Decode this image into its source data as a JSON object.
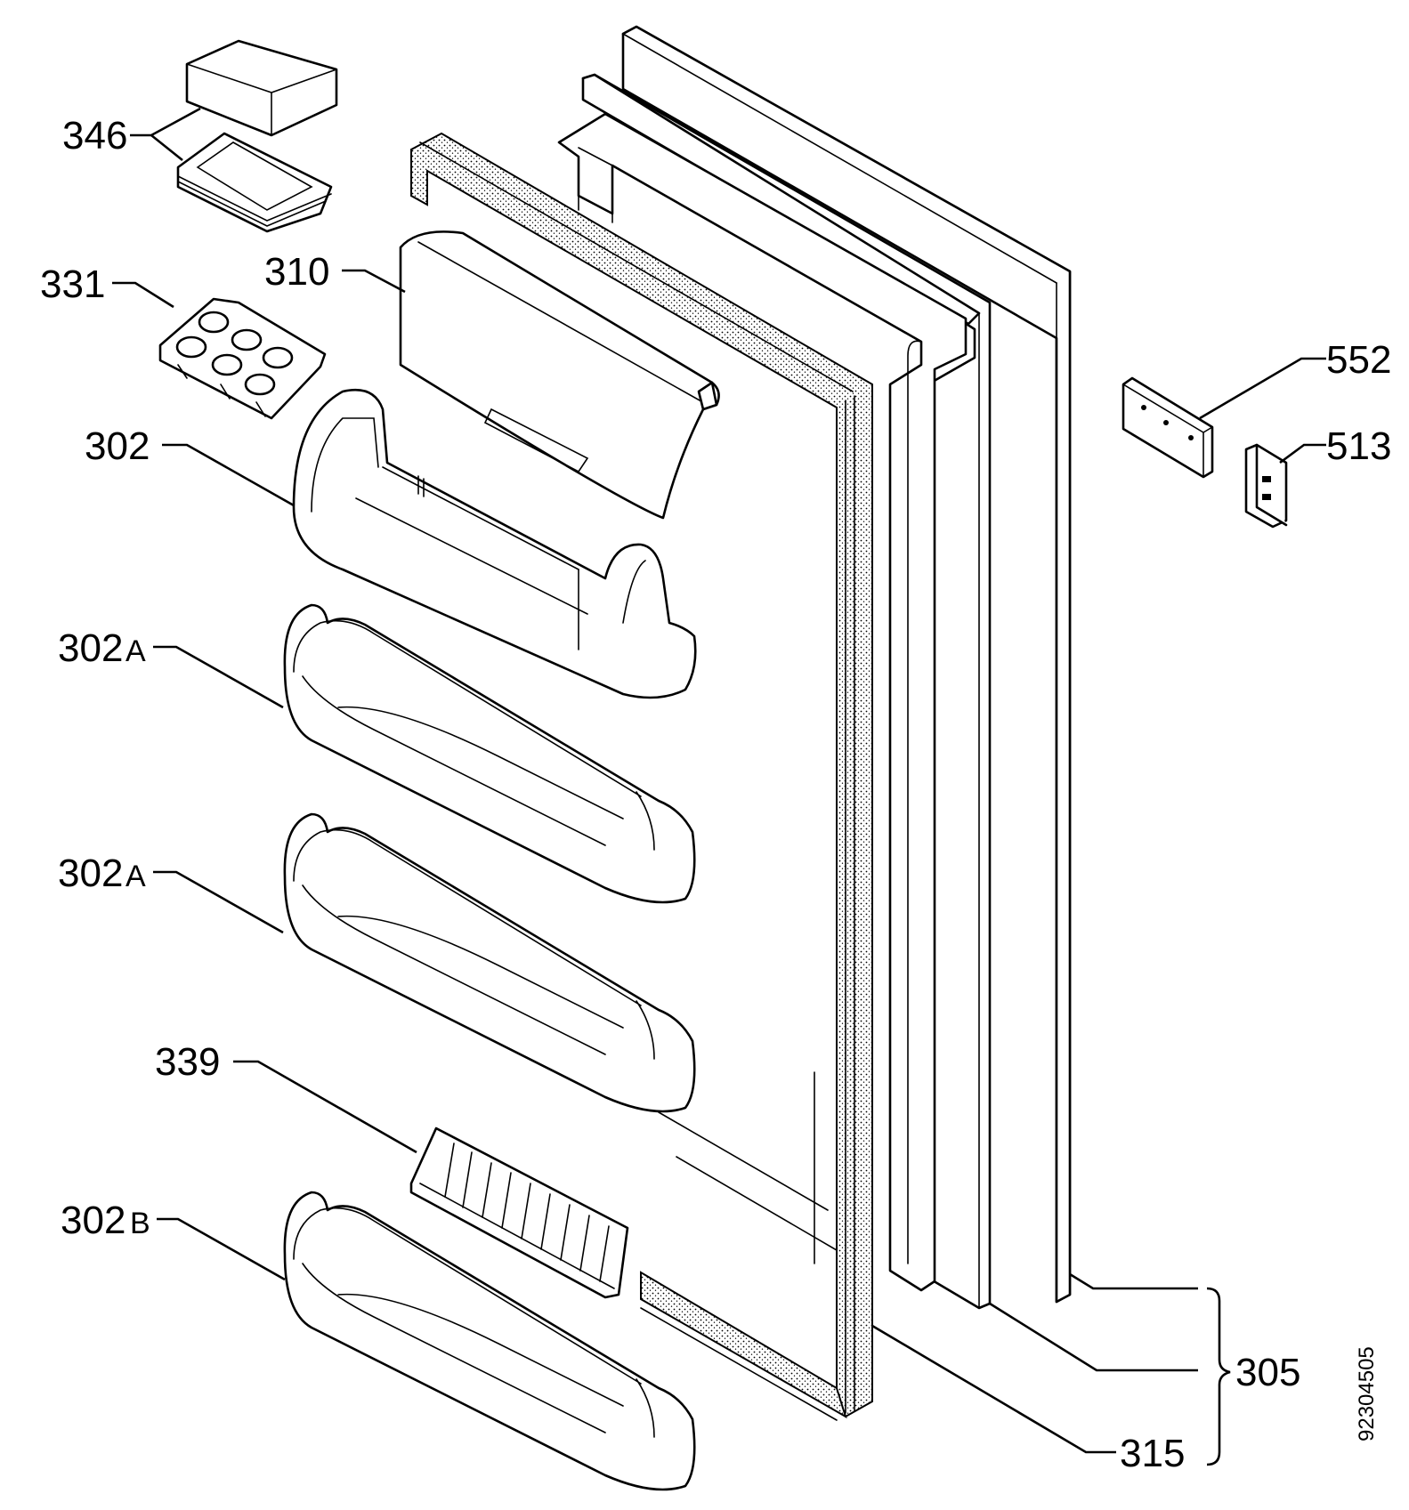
{
  "labels": {
    "l346": "346",
    "l331": "331",
    "l310": "310",
    "l302": "302",
    "l302a_1": "302",
    "l302a_1_suffix": "A",
    "l302a_2": "302",
    "l302a_2_suffix": "A",
    "l339": "339",
    "l302b": "302",
    "l302b_suffix": "B",
    "l552": "552",
    "l513": "513",
    "l305": "305",
    "l315": "315"
  },
  "drawing_number": "92304505"
}
